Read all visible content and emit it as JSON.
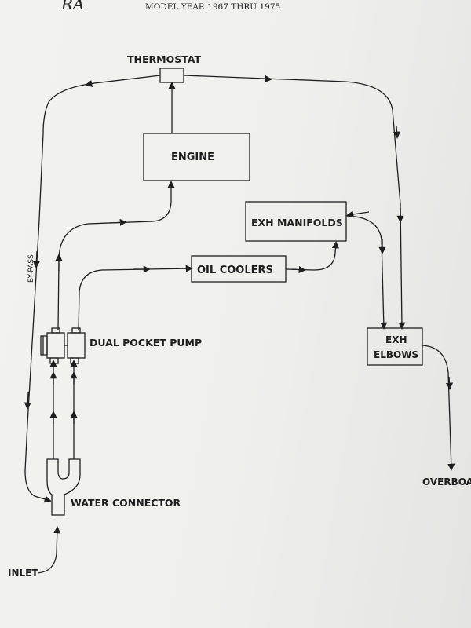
{
  "header": {
    "fragment": "RA",
    "subtitle": "MODEL YEAR 1967 THRU 1975"
  },
  "labels": {
    "thermostat": "THERMOSTAT",
    "engine": "ENGINE",
    "exh_manifolds": "EXH MANIFOLDS",
    "oil_coolers": "OIL COOLERS",
    "exh_elbows_line1": "EXH",
    "exh_elbows_line2": "ELBOWS",
    "dual_pocket_pump": "DUAL POCKET PUMP",
    "water_connector": "WATER CONNECTOR",
    "inlet": "INLET",
    "overboard": "OVERBOA",
    "bypass": "BY-PASS"
  },
  "colors": {
    "ink": "#1e1e1e",
    "paper": "#efefec"
  }
}
